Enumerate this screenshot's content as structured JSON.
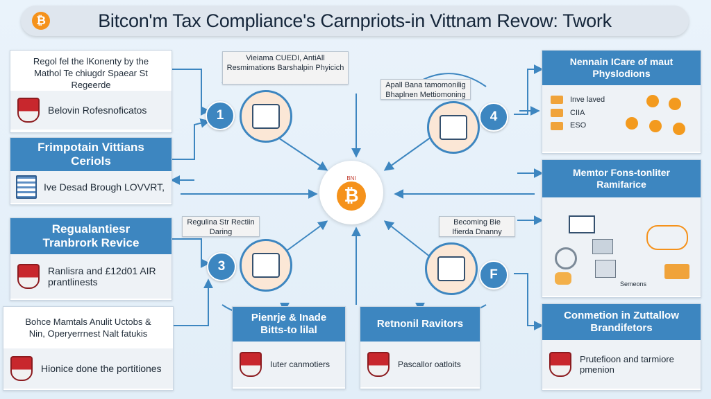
{
  "title": "Bitcon'm Tax Compliance's Carnpriots-in Vittnam Revow: Twork",
  "title_coin": "₿",
  "center": {
    "tag": "BNI",
    "coin": "₿"
  },
  "steps": [
    {
      "number": "1",
      "callout": "Vieiama CUEDI, AntiAll Resmimations Barshalpin Phyicich"
    },
    {
      "number": "4",
      "callout": "Apall Bana tamomonilig Bhaplnen Mettiomoning"
    },
    {
      "number": "3",
      "callout": "Regulina Str Rectiin Daring"
    },
    {
      "number": "F",
      "callout": "Becoming Bie Ifierda Dnanny"
    }
  ],
  "left": [
    {
      "header": "Regol fel the lKonenty by the Mathol Te chiugdr Spaear St Regeerde",
      "body": "Belovin Rofesnoficatos"
    },
    {
      "header": "Frimpotain Vittians Ceriols",
      "body": "Ive Desad Brough LOVVRT,"
    },
    {
      "header": "Regualantiesr Tranbrork Revice",
      "body": "Ranlisra and £12d01 AIR prantlinests"
    },
    {
      "header": "Bohce Mamtals Anulit Uctobs & Nin, Operyerrnest Nalt fatukis",
      "body": "Hionice done the portitiones"
    }
  ],
  "bottom": [
    {
      "header": "Pienrje & Inade Bitts-to lilal",
      "body": "Iuter canmotiers"
    },
    {
      "header": "Retnonil Ravitors",
      "body": "Pascallor oatloits"
    }
  ],
  "right": [
    {
      "header": "Nennain ICare of maut Physlodions",
      "items": [
        "Inve laved",
        "CIIA",
        "ESO"
      ]
    },
    {
      "header": "Memtor Fons-tonliter Ramifarice",
      "caption": "Semeons"
    },
    {
      "header": "Conmetion in Zuttallow Brandifetors",
      "body": "Prutefioon and tarmiore pmenion"
    }
  ],
  "colors": {
    "primary": "#3d86c0",
    "accent": "#f5921b",
    "panel_body": "#eef2f6"
  }
}
